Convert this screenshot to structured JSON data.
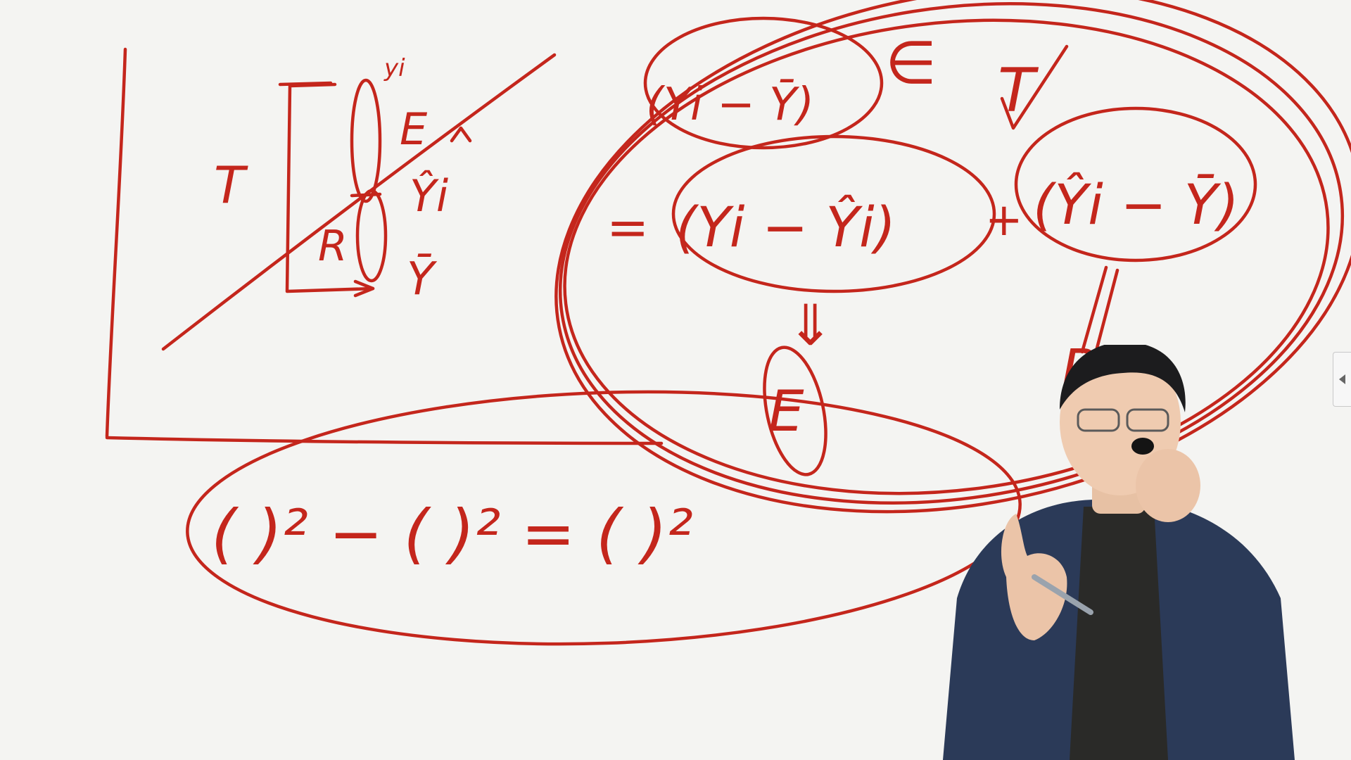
{
  "whiteboard": {
    "ink_color": "#c4261c",
    "background_color": "#f4f4f2",
    "left_diagram": {
      "label_T": "T",
      "label_R": "R",
      "label_E": "E",
      "label_yi": "yi",
      "label_yhat": "Ŷi",
      "label_ybar": "Ȳ"
    },
    "right_diagram": {
      "top_term": "(Yi − Ȳ)",
      "residual_term": "(Yi − Ŷi)",
      "regression_term": "(Ŷi − Ȳ)",
      "equals_sign": "=",
      "plus_sign": "+",
      "element_of": "∈",
      "label_T": "T",
      "arrow_down_E": "⇓",
      "label_E": "E",
      "label_R": "R"
    },
    "bottom_equation": {
      "text": "(   )² − (   )² = (   )²"
    }
  },
  "presenter": {
    "jacket_color": "#2b3a58",
    "shirt_color": "#2a2a28"
  },
  "side_panel": {
    "icon": "collapse-left-arrow-icon"
  }
}
